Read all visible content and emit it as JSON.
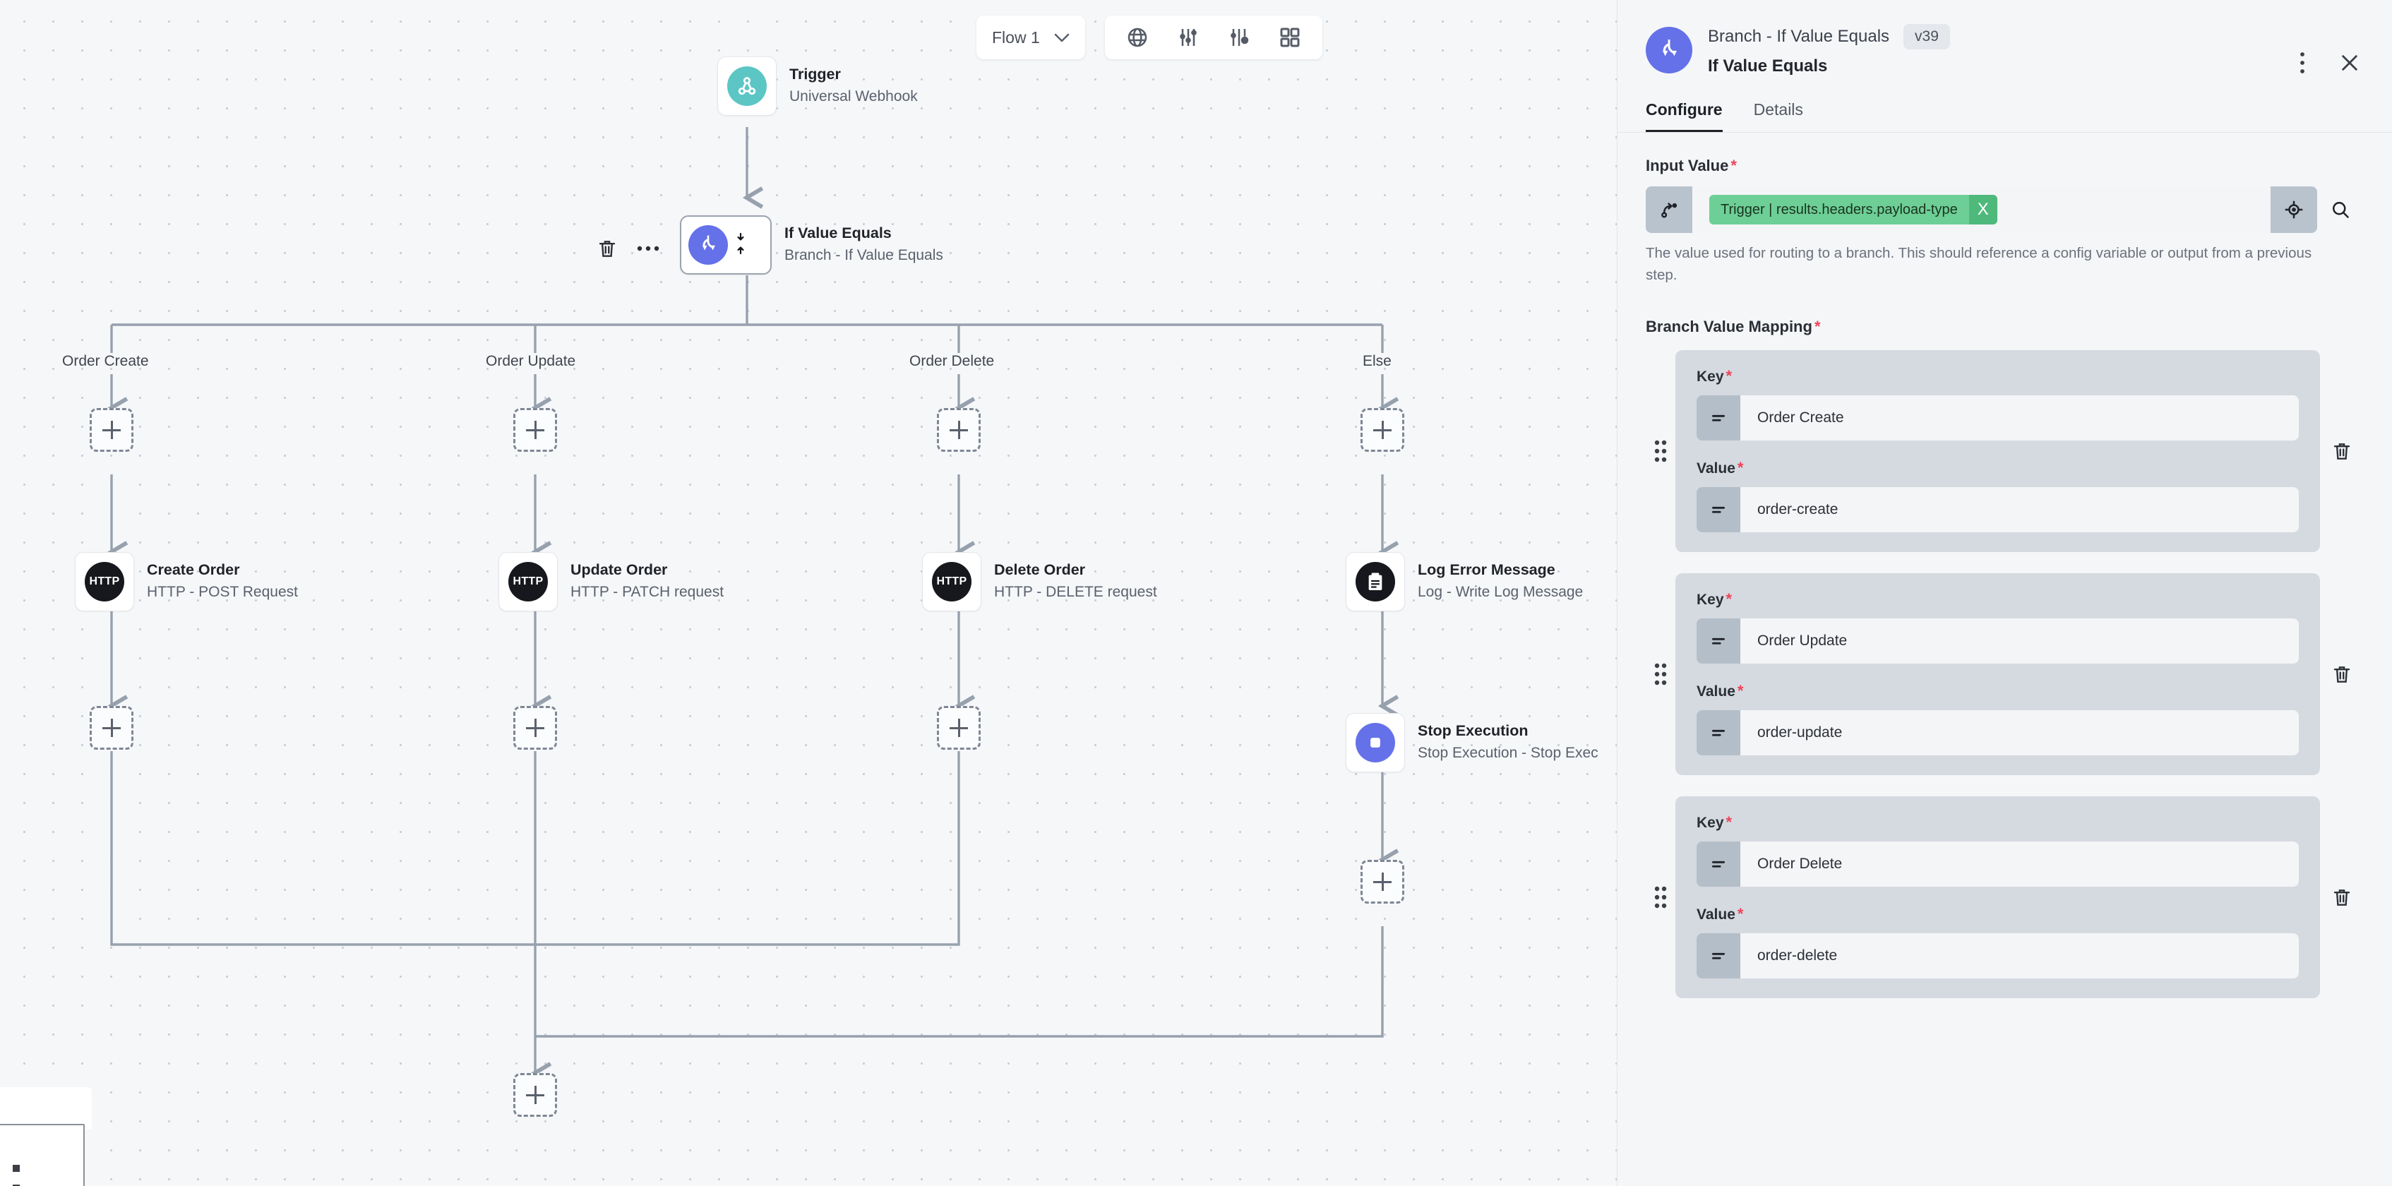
{
  "canvas": {
    "flow_selector": {
      "label": "Flow 1",
      "chevron": "chevron-down-icon"
    },
    "toolbar_icons": [
      "globe-icon",
      "sliders-icon",
      "settings-sliders-icon",
      "grid-icon"
    ],
    "node_toolbar": {
      "delete": "trash-icon",
      "more": "more-horizontal-icon"
    },
    "nodes": [
      {
        "id": "trigger",
        "title": "Trigger",
        "subtitle": "Universal Webhook",
        "icon": "webhook-icon"
      },
      {
        "id": "if-value-equals",
        "title": "If Value Equals",
        "subtitle": "Branch - If Value Equals",
        "icon": "branch-icon",
        "selected": true,
        "collapse_icon": "collapse-expand-icon"
      },
      {
        "id": "create-order",
        "title": "Create Order",
        "subtitle": "HTTP - POST Request",
        "icon": "http-icon"
      },
      {
        "id": "update-order",
        "title": "Update Order",
        "subtitle": "HTTP - PATCH request",
        "icon": "http-icon"
      },
      {
        "id": "delete-order",
        "title": "Delete Order",
        "subtitle": "HTTP - DELETE request",
        "icon": "http-icon"
      },
      {
        "id": "log-error-message",
        "title": "Log Error Message",
        "subtitle": "Log - Write Log Message",
        "icon": "clipboard-icon"
      },
      {
        "id": "stop-execution",
        "title": "Stop Execution",
        "subtitle": "Stop Execution - Stop Exec",
        "icon": "stop-icon"
      }
    ],
    "branch_labels": [
      "Order Create",
      "Order Update",
      "Order Delete",
      "Else"
    ],
    "add_step_icon": "plus-icon"
  },
  "panel": {
    "header": {
      "node_type": "Branch - If Value Equals",
      "version": "v39",
      "title": "If Value Equals",
      "avatar_icon": "branch-icon",
      "more_icon": "more-vertical-icon",
      "close_icon": "close-icon"
    },
    "tabs": [
      {
        "label": "Configure",
        "active": true
      },
      {
        "label": "Details",
        "active": false
      }
    ],
    "input_value": {
      "label": "Input Value",
      "required_marker": "*",
      "lead_icon": "reference-arrow-icon",
      "chip": {
        "text": "Trigger | results.headers.payload-type",
        "remove": "X"
      },
      "target_icon": "crosshair-icon",
      "search_icon": "search-icon",
      "help": "The value used for routing to a branch. This should reference a config variable or output from a previous step."
    },
    "branch_value_mapping": {
      "label": "Branch Value Mapping",
      "required_marker": "*",
      "key_label": "Key",
      "value_label": "Value",
      "drag_icon": "drag-handle-icon",
      "delete_icon": "trash-icon",
      "field_icon": "equals-icon",
      "rows": [
        {
          "key": "Order Create",
          "value": "order-create"
        },
        {
          "key": "Order Update",
          "value": "order-update"
        },
        {
          "key": "Order Delete",
          "value": "order-delete"
        }
      ]
    }
  },
  "colors": {
    "accent_indigo": "#6571e8",
    "chip_green": "#6ecf96",
    "trigger_teal": "#5bc6c4",
    "required_red": "#f0425a",
    "canvas_bg": "#f6f7f9",
    "card_gray": "#d5dae0"
  }
}
